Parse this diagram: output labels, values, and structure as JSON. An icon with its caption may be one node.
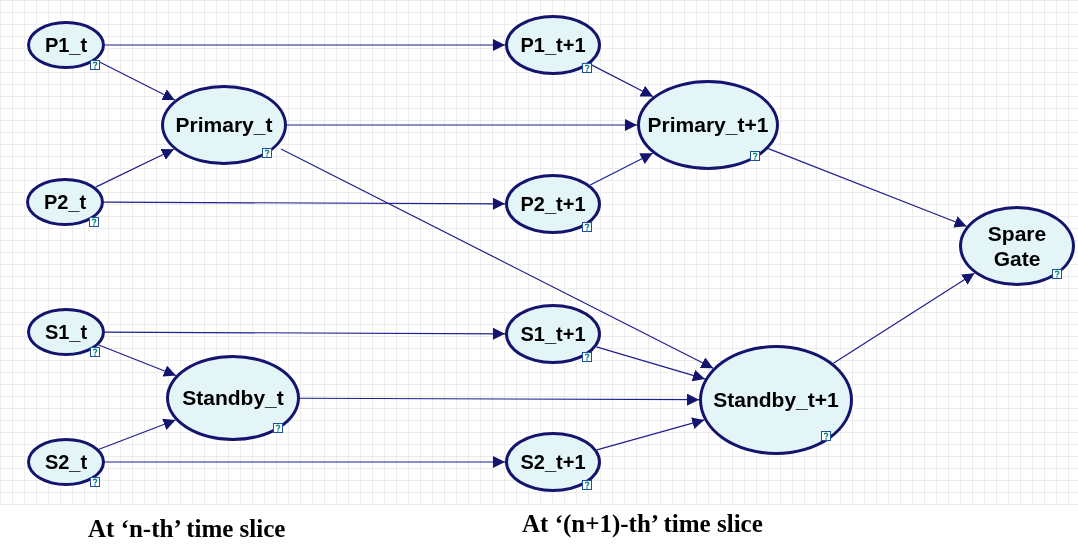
{
  "diagram": {
    "nodes": [
      {
        "text": [
          "P1_t"
        ]
      },
      {
        "text": [
          "P1_t+1"
        ]
      },
      {
        "text": [
          "Primary_t"
        ]
      },
      {
        "text": [
          "Primary_t+1"
        ]
      },
      {
        "text": [
          "P2_t"
        ]
      },
      {
        "text": [
          "P2_t+1"
        ]
      },
      {
        "text": [
          "Spare Gate"
        ]
      },
      {
        "text": [
          "S1_t"
        ]
      },
      {
        "text": [
          "S1_t+1"
        ]
      },
      {
        "text": [
          "Standby_t"
        ]
      },
      {
        "text": [
          "Standby_t+1"
        ]
      },
      {
        "text": [
          "S2_t"
        ]
      },
      {
        "text": [
          "S2_t+1"
        ]
      }
    ],
    "edges": [
      {
        "from": 0,
        "to": 1,
        "arrow": "to"
      },
      {
        "from": 0,
        "to": 2,
        "arrow": "to"
      },
      {
        "from": 4,
        "to": 2,
        "arrow": "to"
      },
      {
        "from": 4,
        "to": 5,
        "arrow": "to"
      },
      {
        "from": 2,
        "to": 3,
        "arrow": "to"
      },
      {
        "from": 1,
        "to": 3,
        "arrow": "to"
      },
      {
        "from": 5,
        "to": 3,
        "arrow": "to"
      },
      {
        "from": 2,
        "to": 10,
        "arrow": "to"
      },
      {
        "from": 3,
        "to": 6,
        "arrow": "to"
      },
      {
        "from": 10,
        "to": 6,
        "arrow": "to"
      },
      {
        "from": 7,
        "to": 8,
        "arrow": "to"
      },
      {
        "from": 7,
        "to": 9,
        "arrow": "to"
      },
      {
        "from": 11,
        "to": 9,
        "arrow": "to"
      },
      {
        "from": 11,
        "to": 12,
        "arrow": "to"
      },
      {
        "from": 9,
        "to": 10,
        "arrow": "to"
      },
      {
        "from": 8,
        "to": 10,
        "arrow": "to"
      },
      {
        "from": 12,
        "to": 10,
        "arrow": "to"
      }
    ],
    "labels": [
      "At ‘n-th’ time slice",
      "At ‘(n+1)-th’ time slice"
    ]
  }
}
